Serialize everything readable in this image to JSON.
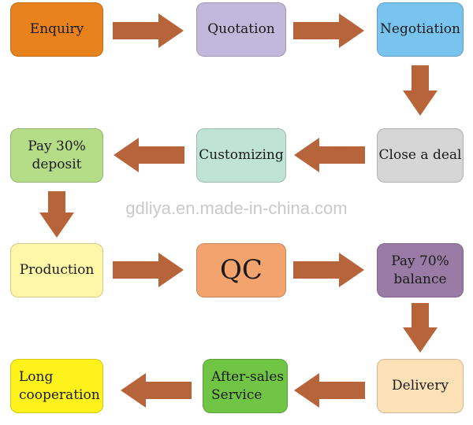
{
  "watermark": "gdliya.en.made-in-china.com",
  "colors": {
    "arrow": "#b8643a",
    "enquiry": "#e8821c",
    "quotation": "#c2b8dc",
    "negotiation": "#78c4ee",
    "close_deal": "#d6d6d6",
    "customizing": "#bfe3d4",
    "pay30": "#b5dc86",
    "production": "#fff7a8",
    "qc": "#f2a36e",
    "pay70": "#9a7ba6",
    "delivery": "#fce0b6",
    "after_sales": "#70c545",
    "long_coop": "#fff21a"
  },
  "steps": {
    "enquiry": "Enquiry",
    "quotation": "Quotation",
    "negotiation": "Negotiation",
    "close_deal": "Close a deal",
    "customizing": "Customizing",
    "pay30": "Pay 30%\ndeposit",
    "production": "Production",
    "qc": "QC",
    "pay70": "Pay 70%\nbalance",
    "delivery": "Delivery",
    "after_sales": "After-sales\nService",
    "long_coop": "Long\ncooperation"
  }
}
